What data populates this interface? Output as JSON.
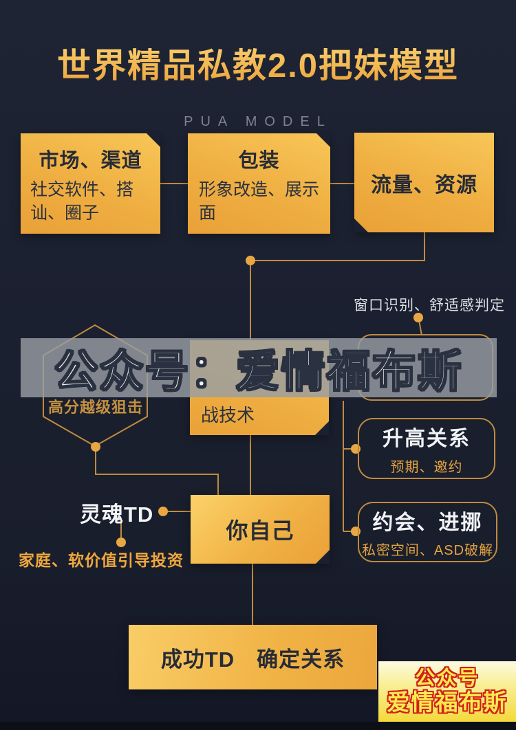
{
  "header": {
    "title": "世界精品私教2.0把妹模型",
    "subtitle": "PUA MODEL"
  },
  "watermark": {
    "text": "公众号：爱情福布斯"
  },
  "annotations": {
    "window_judgement": "窗口识别、舒适感判定",
    "soul_td": "灵魂TD",
    "family_invest": "家庭、软价值引导投资",
    "hexagon_snipe": "高分越级狙击"
  },
  "nodes": {
    "market": {
      "title": "市场、渠道",
      "desc": "社交软件、搭讪、圈子"
    },
    "packaging": {
      "title": "包装",
      "desc": "形象改造、展示面"
    },
    "traffic": {
      "title": "流量、资源"
    },
    "combat": {
      "partial_desc": "战技术"
    },
    "elevate": {
      "title": "升高关系",
      "desc": "预期、邀约"
    },
    "date_escalate": {
      "title": "约会、进挪",
      "desc": "私密空间、ASD破解"
    },
    "yourself": {
      "title": "你自己"
    },
    "success": {
      "title": "成功TD　确定关系"
    }
  },
  "logo": {
    "line1": "公众号",
    "line2": "爱情福布斯"
  },
  "colors": {
    "background": "#1b2030",
    "gold_box_light": "#f8c658",
    "gold_box_deep": "#e9a138",
    "connector_gold": "#c08c3e",
    "dot_gold": "#e9a743",
    "dark_text": "#262b36",
    "white_text": "#f2f3f5",
    "gold_text": "#f0a83e",
    "watermark_band": "#999da4",
    "logo_red": "#d0201a",
    "logo_yellow": "#ffe94d"
  }
}
